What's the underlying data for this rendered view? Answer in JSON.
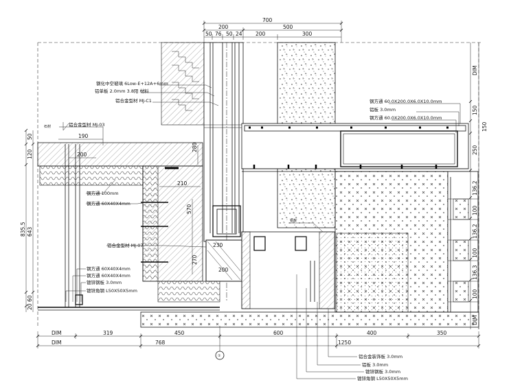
{
  "top_dims": {
    "total": "700",
    "row2": [
      "200",
      "500"
    ],
    "row3": [
      "50",
      "76",
      "50",
      "24",
      "200",
      "300"
    ]
  },
  "right_dims": [
    "DIM",
    "150",
    "150",
    "250",
    "136.2",
    "100",
    "136.2",
    "100",
    "136.3",
    "100",
    "DIM"
  ],
  "left_dims": {
    "top": [
      "50",
      "120"
    ],
    "mid": [
      "643",
      "835.5"
    ],
    "bottom": [
      "20",
      "60"
    ],
    "inner": [
      "190",
      "200"
    ]
  },
  "bottom_dims": {
    "row1": [
      "DIM",
      "319",
      "450",
      "600",
      "1250",
      "400",
      "350"
    ],
    "row2": [
      "DIM",
      "768"
    ]
  },
  "inner_dims": [
    "280",
    "210",
    "570",
    "200",
    "230",
    "270"
  ],
  "labels": {
    "glass": "钢化中空玻璃 6Low-E+12A+6mm",
    "alu_plate": "铝单板 2.0mm 3.8阳 材料",
    "mj_c1": "铝合金型材 MJ-C1",
    "mj_03": "铝合金型材 MJ-03",
    "stone_top": "石材",
    "steel1": "钢方通 60.0X200.0X6.0X10.0mm",
    "plate3": "铝板 3.0mm",
    "steel2": "钢方通 60.0X200.0X6.0X10.0mm",
    "steel_left": "钢方通 100mm",
    "steel_60": "钢方通 60X40X4mm",
    "mj_07": "铝合金型材 MJ-07",
    "steel_a": "钢方通 60X40X4mm",
    "steel_b": "钢方通 60X40X4mm",
    "steel_c": "镀锌钢板 3.0mm",
    "angle_left": "镀锌角钢 L50X50X5mm",
    "b1": "铝合金装饰板 3.0mm",
    "b2": "铝板 3.0mm",
    "b3": "镀锌钢板 3.0mm",
    "b4": "镀锌角钢 L50X50X5mm",
    "inner_note": "铝板",
    "section_mark": "①"
  },
  "colors": {
    "line": "#111111",
    "hatch": "#555555",
    "background": "#ffffff"
  }
}
